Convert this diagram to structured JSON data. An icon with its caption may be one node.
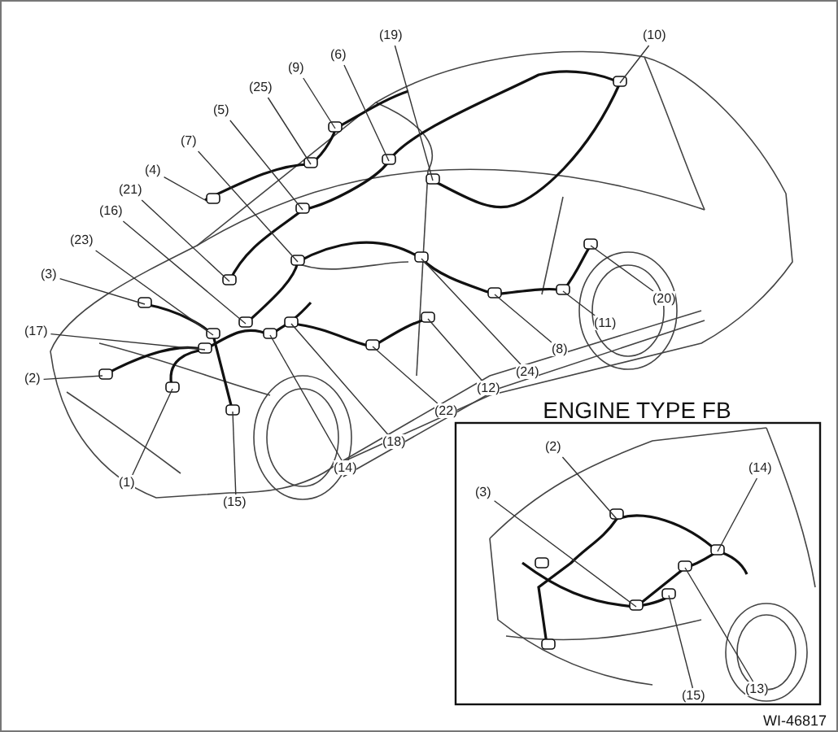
{
  "diagram": {
    "nodes": [
      {
        "text": [
          "(19)"
        ]
      },
      {
        "text": [
          "(10)"
        ]
      },
      {
        "text": [
          "(6)"
        ]
      },
      {
        "text": [
          "(9)"
        ]
      },
      {
        "text": [
          "(25)"
        ]
      },
      {
        "text": [
          "(5)"
        ]
      },
      {
        "text": [
          "(7)"
        ]
      },
      {
        "text": [
          "(4)"
        ]
      },
      {
        "text": [
          "(21)"
        ]
      },
      {
        "text": [
          "(16)"
        ]
      },
      {
        "text": [
          "(23)"
        ]
      },
      {
        "text": [
          "(3)"
        ]
      },
      {
        "text": [
          "(20)"
        ]
      },
      {
        "text": [
          "(11)"
        ]
      },
      {
        "text": [
          "(17)"
        ]
      },
      {
        "text": [
          "(8)"
        ]
      },
      {
        "text": [
          "(24)"
        ]
      },
      {
        "text": [
          "(2)"
        ]
      },
      {
        "text": [
          "(12)"
        ]
      },
      {
        "text": [
          "(22)"
        ]
      },
      {
        "text": [
          "(18)"
        ]
      },
      {
        "text": [
          "(14)"
        ]
      },
      {
        "text": [
          "(1)"
        ]
      },
      {
        "text": [
          "(15)"
        ]
      },
      {
        "text": [
          "ENGINE TYPE FB"
        ]
      },
      {
        "text": [
          "(2)"
        ],
        "in": 24
      },
      {
        "text": [
          "(14)"
        ],
        "in": 24
      },
      {
        "text": [
          "(3)"
        ],
        "in": 24
      },
      {
        "text": [
          "(13)"
        ],
        "in": 24
      },
      {
        "text": [
          "(15)"
        ],
        "in": 24
      }
    ],
    "edges": [
      {
        "from": 0,
        "to": null,
        "arrow": "none"
      },
      {
        "from": 1,
        "to": null,
        "arrow": "none"
      },
      {
        "from": 2,
        "to": null,
        "arrow": "none"
      },
      {
        "from": 3,
        "to": null,
        "arrow": "none"
      },
      {
        "from": 4,
        "to": null,
        "arrow": "none"
      },
      {
        "from": 5,
        "to": null,
        "arrow": "none"
      },
      {
        "from": 6,
        "to": null,
        "arrow": "none"
      },
      {
        "from": 7,
        "to": null,
        "arrow": "none"
      },
      {
        "from": 8,
        "to": null,
        "arrow": "none"
      },
      {
        "from": 9,
        "to": null,
        "arrow": "none"
      },
      {
        "from": 10,
        "to": null,
        "arrow": "none"
      },
      {
        "from": 11,
        "to": null,
        "arrow": "none"
      },
      {
        "from": 12,
        "to": null,
        "arrow": "none"
      },
      {
        "from": 13,
        "to": null,
        "arrow": "none"
      },
      {
        "from": 14,
        "to": null,
        "arrow": "none"
      },
      {
        "from": 15,
        "to": null,
        "arrow": "none"
      },
      {
        "from": 16,
        "to": null,
        "arrow": "none"
      },
      {
        "from": 17,
        "to": null,
        "arrow": "none"
      },
      {
        "from": 18,
        "to": null,
        "arrow": "none"
      },
      {
        "from": 19,
        "to": null,
        "arrow": "none"
      },
      {
        "from": 20,
        "to": null,
        "arrow": "none"
      },
      {
        "from": 21,
        "to": null,
        "arrow": "none"
      },
      {
        "from": 22,
        "to": null,
        "arrow": "none"
      },
      {
        "from": 23,
        "to": null,
        "arrow": "none"
      },
      {
        "from": 25,
        "to": null,
        "arrow": "none"
      },
      {
        "from": 26,
        "to": null,
        "arrow": "none"
      },
      {
        "from": 27,
        "to": null,
        "arrow": "none"
      },
      {
        "from": 28,
        "to": null,
        "arrow": "none"
      },
      {
        "from": 29,
        "to": null,
        "arrow": "none"
      }
    ],
    "labels": [
      "WI-46817"
    ]
  }
}
